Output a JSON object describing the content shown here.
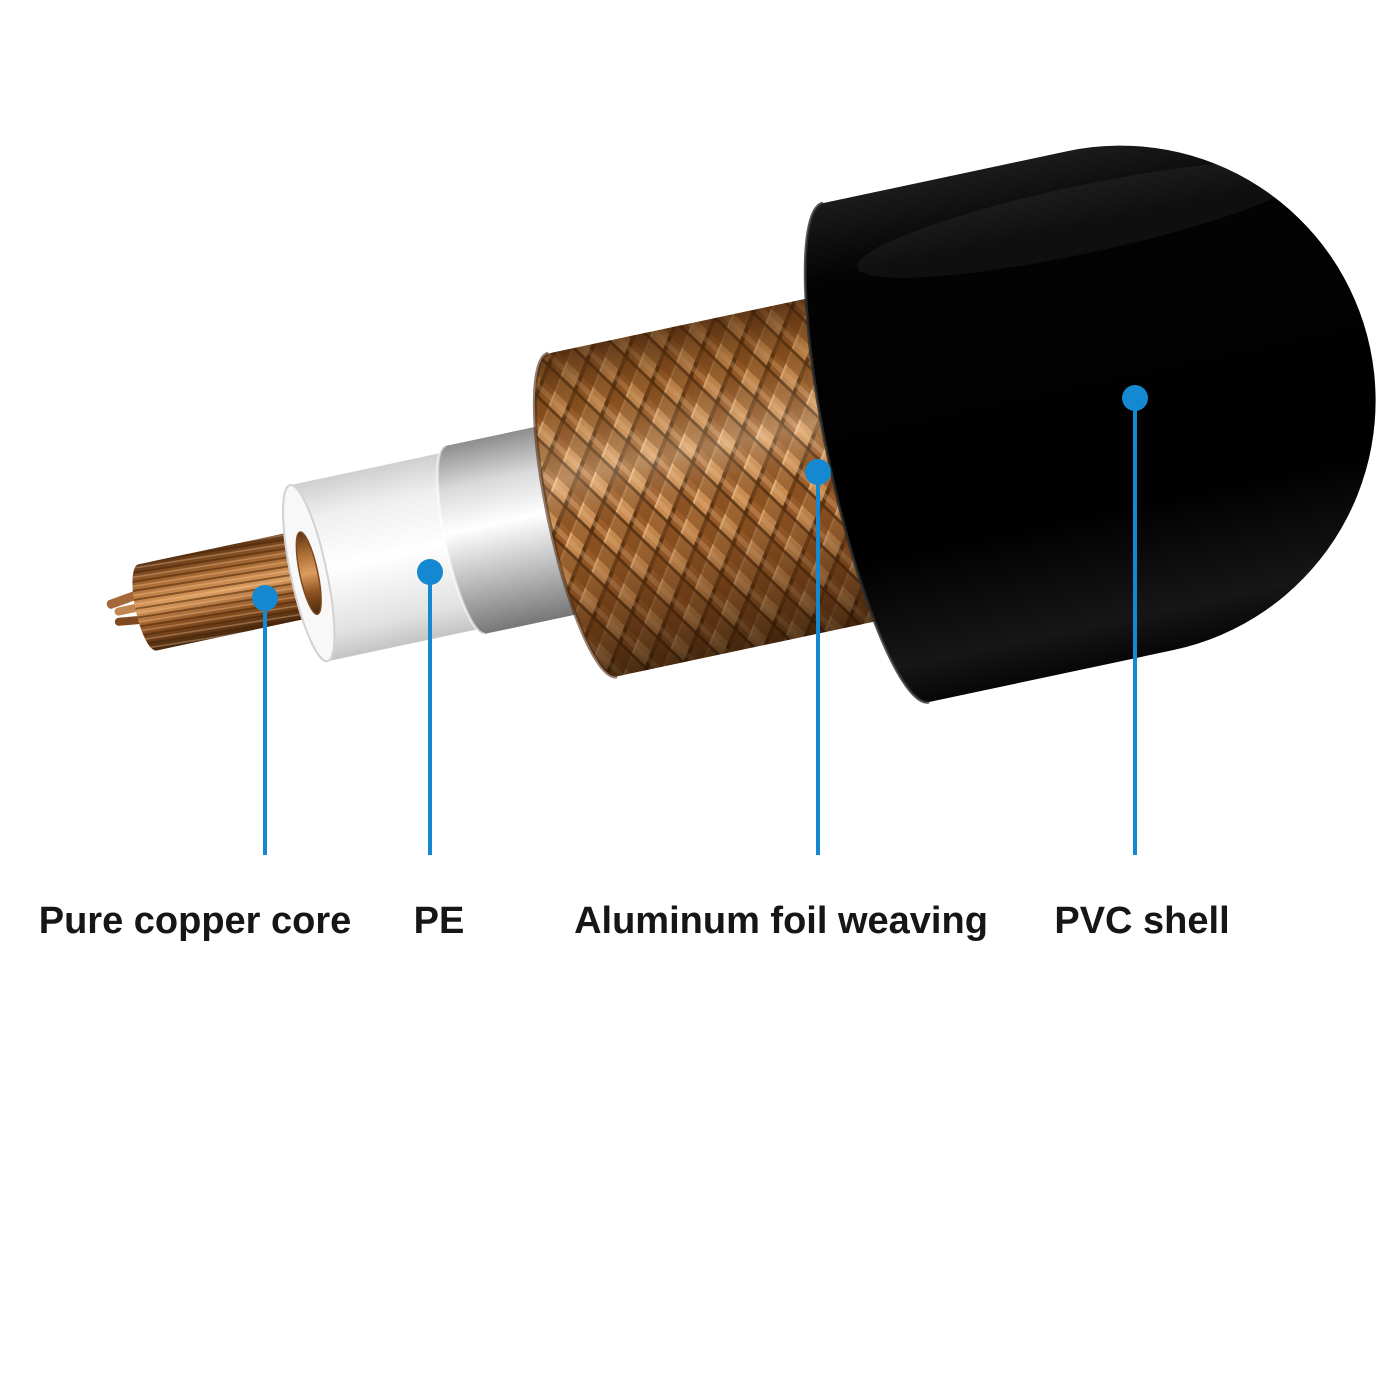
{
  "colors": {
    "accent": "#1488d0",
    "copper": "#b87333",
    "pe_insulation": "#f5f5f5",
    "foil": "#d8d8d8",
    "pvc_shell": "#0a0a0a"
  },
  "labels": [
    {
      "id": "pure-copper-core",
      "text": "Pure copper core"
    },
    {
      "id": "pe",
      "text": "PE"
    },
    {
      "id": "aluminum-foil-weaving",
      "text": "Aluminum foil weaving"
    },
    {
      "id": "pvc-shell",
      "text": "PVC shell"
    }
  ]
}
